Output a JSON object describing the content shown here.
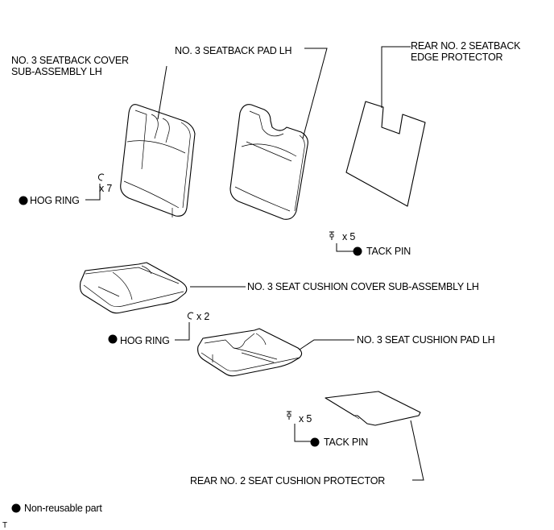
{
  "labels": {
    "seatback_cover_line1": "NO. 3 SEATBACK COVER",
    "seatback_cover_line2": "SUB-ASSEMBLY LH",
    "seatback_pad": "NO. 3 SEATBACK PAD LH",
    "edge_protector_line1": "REAR NO. 2 SEATBACK",
    "edge_protector_line2": "EDGE PROTECTOR",
    "hog_ring": "HOG RING",
    "hog_ring_qty_1": "x 7",
    "tack_pin": "TACK PIN",
    "tack_pin_qty_1": "x 5",
    "cushion_cover": "NO. 3 SEAT CUSHION COVER SUB-ASSEMBLY LH",
    "hog_ring_qty_2": "x 2",
    "cushion_pad": "NO. 3 SEAT CUSHION PAD LH",
    "tack_pin_qty_2": "x 5",
    "cushion_protector": "REAR NO. 2 SEAT CUSHION PROTECTOR",
    "legend_non_reusable": "Non-reusable part",
    "corner_mark": "T"
  }
}
